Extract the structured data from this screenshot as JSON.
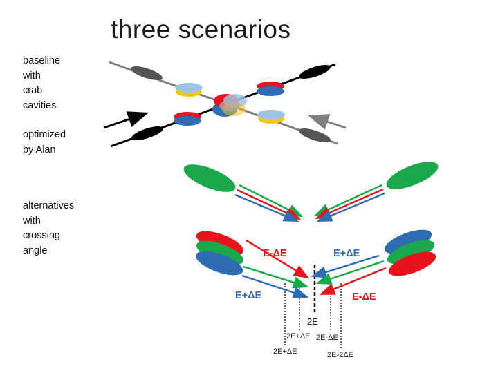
{
  "title": "three scenarios",
  "labels": {
    "baseline": "baseline\nwith\ncrab\ncavities",
    "optimized": "optimized\nby Alan",
    "alternatives": "alternatives\nwith\ncrossing\nangle"
  },
  "energy_labels": {
    "top_left": "E-ΔE",
    "top_right": "E+ΔE",
    "bottom_left": "E+ΔE",
    "bottom_right": "E-ΔE"
  },
  "line_labels": {
    "center": "2E",
    "inner_left": "2E+ΔE",
    "inner_right": "2E-ΔE",
    "outer_left": "2E+ΔE",
    "outer_right": "2E-2ΔE"
  },
  "colors": {
    "red": "#e8141b",
    "blue": "#2e6db4",
    "green": "#1aa84a",
    "gray": "#7f7f7f",
    "black": "#000000",
    "light_blue": "#9dc3e6",
    "yellow": "#f5c518"
  }
}
